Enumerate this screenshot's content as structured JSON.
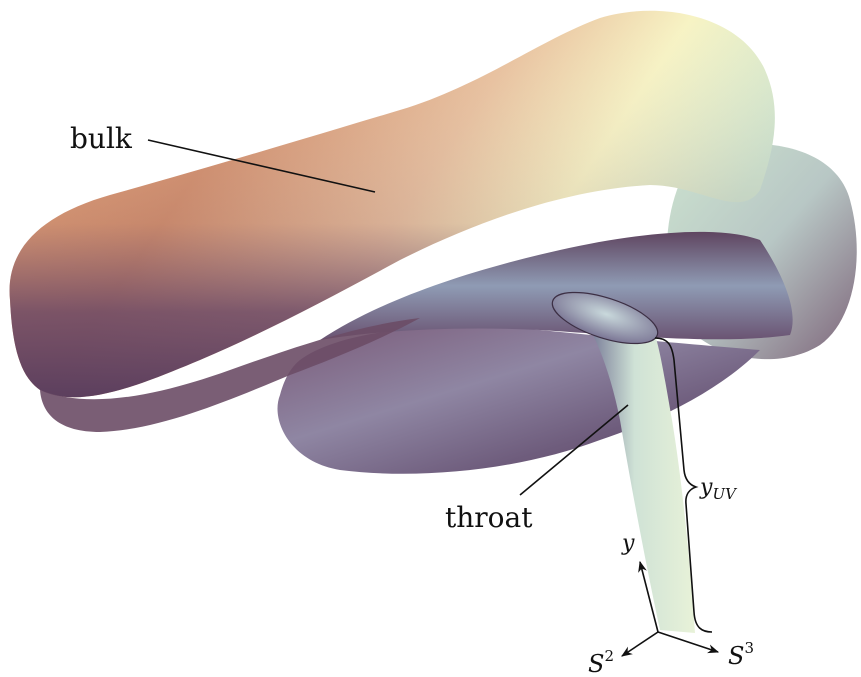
{
  "labels": {
    "bulk": "bulk",
    "throat": "throat",
    "brace": {
      "main": "y",
      "sub": "UV"
    },
    "axes": {
      "y": "y",
      "s2": {
        "base": "S",
        "sup": "2"
      },
      "s3": {
        "base": "S",
        "sup": "3"
      }
    }
  },
  "colors": {
    "bulk_top": "#d9926a",
    "bulk_highlight": "#f6f2c0",
    "bulk_shadow": "#6e4a66",
    "throat_light": "#d9ecd6",
    "throat_shadow": "#6a6d8e"
  }
}
